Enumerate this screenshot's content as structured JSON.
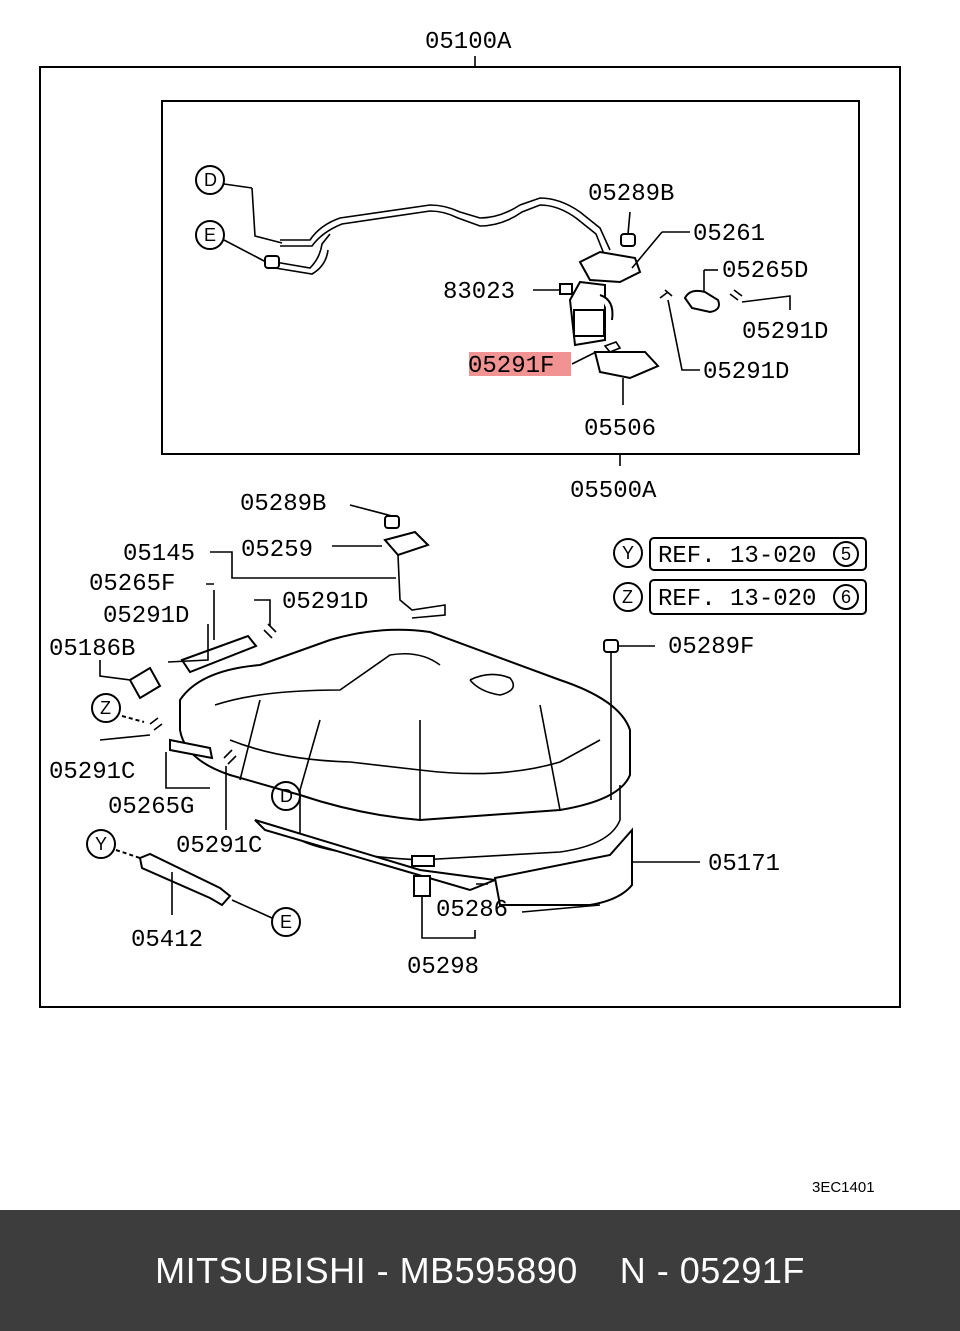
{
  "diagram": {
    "assembly_label": "05100A",
    "inset_label": "05500A",
    "drawing_code": "3EC1401",
    "highlight_color": "#f08080",
    "inset_parts": {
      "p05289B": "05289B",
      "p05261": "05261",
      "p05265D": "05265D",
      "p83023": "83023",
      "p05291D_a": "05291D",
      "p05291F": "05291F",
      "p05291D_b": "05291D",
      "p05506": "05506"
    },
    "main_parts": {
      "p05289B": "05289B",
      "p05145": "05145",
      "p05259": "05259",
      "p05265F": "05265F",
      "p05291D_a": "05291D",
      "p05291D_b": "05291D",
      "p05186B": "05186B",
      "p05289F": "05289F",
      "p05291C_a": "05291C",
      "p05265G": "05265G",
      "p05291C_b": "05291C",
      "p05171": "05171",
      "p05286": "05286",
      "p05412": "05412",
      "p05298": "05298"
    },
    "markers": {
      "D": "D",
      "E": "E",
      "Y": "Y",
      "Z": "Z"
    },
    "refs": [
      {
        "marker": "Y",
        "text": "REF. 13-020",
        "num": "5"
      },
      {
        "marker": "Z",
        "text": "REF. 13-020",
        "num": "6"
      }
    ]
  },
  "footer": {
    "brand": "MITSUBISHI",
    "sep1": " - ",
    "part_number": "MB595890",
    "gap": "    ",
    "position_prefix": "N",
    "sep2": " - ",
    "position_code": "05291F"
  }
}
